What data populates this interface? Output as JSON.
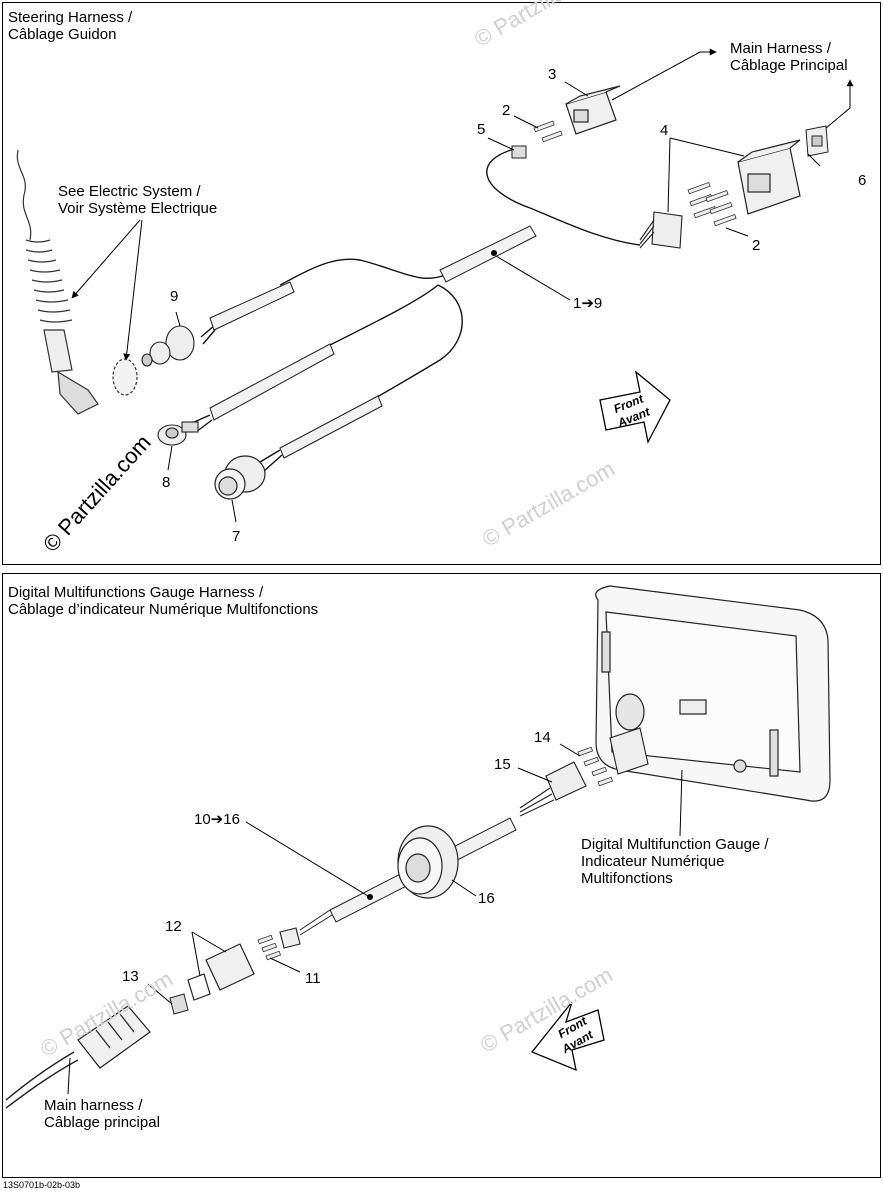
{
  "watermark": "© Partzilla.com",
  "top_panel": {
    "title_line1": "Steering Harness /",
    "title_line2": "Câblage Guidon",
    "main_harness_line1": "Main Harness  /",
    "main_harness_line2": "Câblage Principal",
    "see_electric_line1": "See Electric System /",
    "see_electric_line2": "Voir Système Electrique",
    "front_line1": "Front",
    "front_line2": "Avant",
    "callouts": {
      "n1to9": "1➔9",
      "n2a": "2",
      "n2b": "2",
      "n3": "3",
      "n4": "4",
      "n5": "5",
      "n6": "6",
      "n7": "7",
      "n8": "8",
      "n9": "9"
    }
  },
  "bottom_panel": {
    "title_line1": "Digital Multifunctions Gauge Harness /",
    "title_line2": "Câblage d’indicateur Numérique Multifonctions",
    "gauge_line1": "Digital Multifunction Gauge /",
    "gauge_line2": "Indicateur Numérique",
    "gauge_line3": "Multifonctions",
    "main_harness_line1": "Main harness /",
    "main_harness_line2": "Câblage principal",
    "front_line1": "Front",
    "front_line2": "Avant",
    "callouts": {
      "n10to16": "10➔16",
      "n11": "11",
      "n12": "12",
      "n13": "13",
      "n14": "14",
      "n15": "15",
      "n16": "16"
    }
  },
  "footer_code": "13S0701b-02b-03b"
}
